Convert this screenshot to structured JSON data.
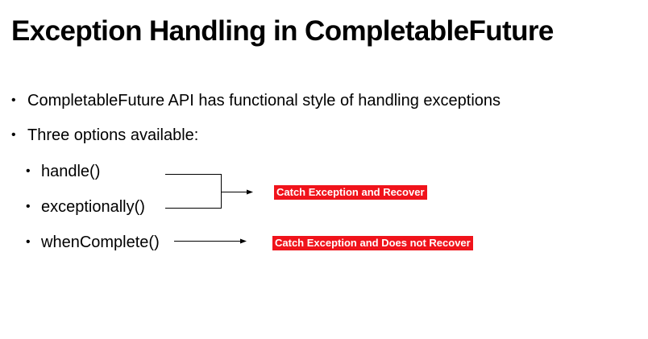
{
  "slide": {
    "title": "Exception Handling in CompletableFuture"
  },
  "bullets": [
    {
      "marker": "•",
      "text": "CompletableFuture API has functional style of handling exceptions"
    },
    {
      "marker": "•",
      "text": "Three options available:"
    }
  ],
  "sub_bullets": [
    {
      "marker": "•",
      "text": "handle()"
    },
    {
      "marker": "•",
      "text": "exceptionally()"
    },
    {
      "marker": "•",
      "text": "whenComplete()"
    }
  ],
  "labels": {
    "recover": "Catch Exception and Recover",
    "no_recover": "Catch Exception and Does not Recover"
  },
  "colors": {
    "label_background": "#f0131b",
    "label_text": "#ffffff",
    "text": "#000000",
    "background": "#ffffff"
  }
}
